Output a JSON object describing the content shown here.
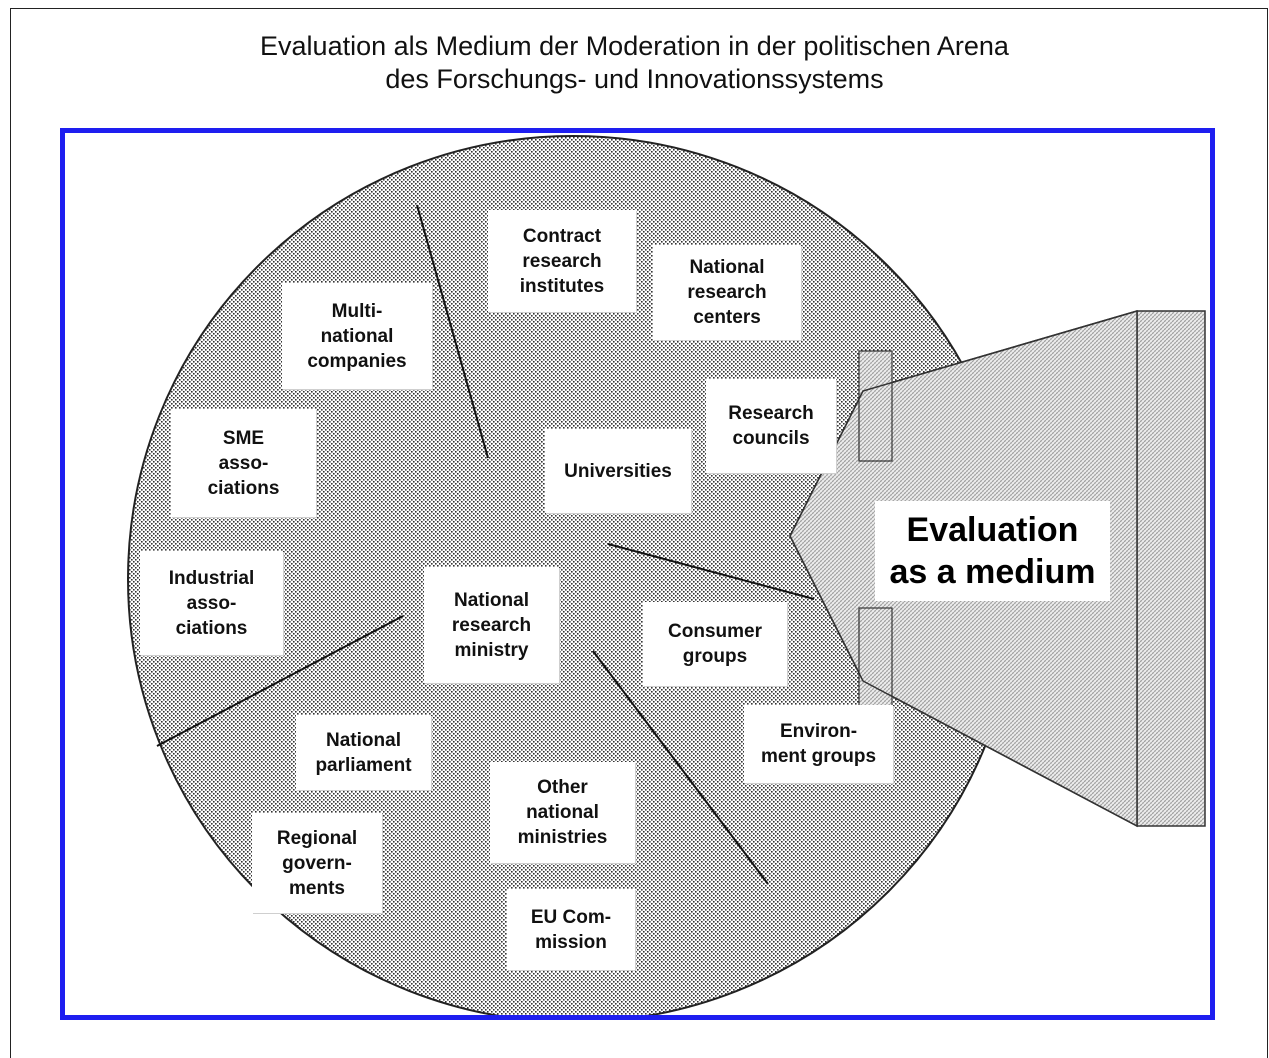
{
  "title": {
    "line1": "Evaluation als Medium der Moderation in der politischen Arena",
    "line2": "des Forschungs- und Innovationssystems"
  },
  "colors": {
    "frame_border": "#1e1ef0",
    "dots": "#333333",
    "text": "#111111"
  },
  "actors": {
    "contract_research": "Contract\nresearch\ninstitutes",
    "national_research_centers": "National\nresearch\ncenters",
    "multinational_companies": "Multi-\nnational\ncompanies",
    "research_councils": "Research\ncouncils",
    "sme_associations": "SME\nasso-\nciations",
    "universities": "Universities",
    "industrial_associations": "Industrial\nasso-\nciations",
    "national_research_ministry": "National\nresearch\nministry",
    "consumer_groups": "Consumer\ngroups",
    "environment_groups": "Environ-\nment groups",
    "national_parliament": "National\nparliament",
    "other_national_ministries": "Other\nnational\nministries",
    "regional_governments": "Regional\ngovern-\nments",
    "eu_commission": "EU Com-\nmission"
  },
  "medium": {
    "label": "Evaluation\nas a medium"
  }
}
